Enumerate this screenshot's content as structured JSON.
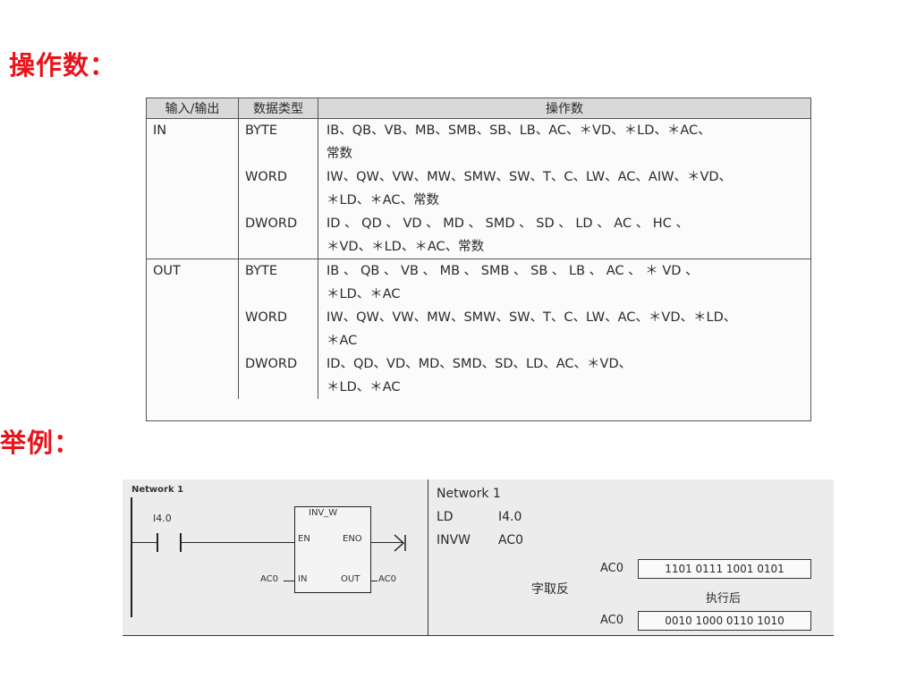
{
  "headings": {
    "operands": "操作数：",
    "example": "举例："
  },
  "operand_table": {
    "headers": [
      "输入/输出",
      "数据类型",
      "操作数"
    ],
    "groups": [
      {
        "io": "IN",
        "rows": [
          {
            "type": "BYTE",
            "lines": [
              "IB、QB、VB、MB、SMB、SB、LB、AC、＊VD、＊LD、＊AC、",
              "常数"
            ]
          },
          {
            "type": "WORD",
            "lines": [
              "IW、QW、VW、MW、SMW、SW、T、C、LW、AC、AIW、＊VD、",
              "＊LD、＊AC、常数"
            ]
          },
          {
            "type": "DWORD",
            "lines": [
              "ID 、 QD 、 VD 、 MD 、 SMD 、 SD 、 LD 、 AC 、 HC 、",
              "＊VD、＊LD、＊AC、常数"
            ]
          }
        ]
      },
      {
        "io": "OUT",
        "rows": [
          {
            "type": "BYTE",
            "lines": [
              "IB 、 QB 、 VB 、 MB 、 SMB 、 SB 、 LB 、 AC 、 ＊ VD 、",
              "＊LD、＊AC"
            ]
          },
          {
            "type": "WORD",
            "lines": [
              "IW、QW、VW、MW、SMW、SW、T、C、LW、AC、＊VD、＊LD、",
              "＊AC"
            ]
          },
          {
            "type": "DWORD",
            "lines": [
              "ID、QD、VD、MD、SMD、SD、LD、AC、＊VD、",
              "＊LD、＊AC"
            ]
          }
        ]
      }
    ]
  },
  "ladder": {
    "network_label": "Network 1",
    "contact_label": "I4.0",
    "box_title": "INV_W",
    "en": "EN",
    "eno": "ENO",
    "in_pin": "IN",
    "out_pin": "OUT",
    "in_operand": "AC0",
    "out_operand": "AC0"
  },
  "stl": {
    "network": "Network 1",
    "line1_op": "LD",
    "line1_arg": "I4.0",
    "line2_op": "INVW",
    "line2_arg": "AC0",
    "reg_label_before": "AC0",
    "value_before": "1101 0111 1001 0101",
    "operation": "字取反",
    "after_label": "执行后",
    "reg_label_after": "AC0",
    "value_after": "0010 1000 0110 1010"
  }
}
